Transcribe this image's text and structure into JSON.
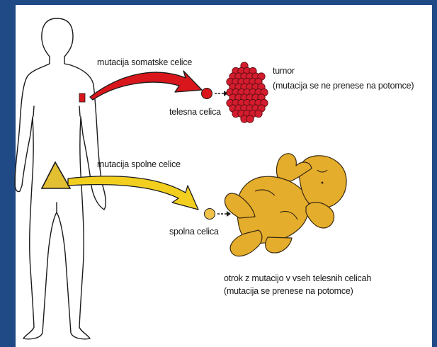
{
  "labels": {
    "somatic_mutation": "mutacija somatske celice",
    "body_cell": "telesna celica",
    "tumor": "tumor",
    "tumor_note": "(mutacija se ne prenese na potomce)",
    "germline_mutation": "mutacija spolne celice",
    "sex_cell": "spolna celica",
    "child": "otrok z mutacijo v vseh telesnih celicah",
    "child_note": "(mutacija se prenese na potomce)"
  },
  "colors": {
    "background": "#1f4a86",
    "panel": "#ffffff",
    "somatic_arrow": "#d8161b",
    "germline_arrow": "#f2cf1f",
    "tumor": "#d31d2e",
    "baby": "#e5ad2c",
    "sex_cell": "#f0c24a",
    "outline": "#1a1a1a"
  },
  "icons": [
    "human-figure",
    "red-square-marker",
    "yellow-triangle-marker",
    "tumor-cluster",
    "baby-figure"
  ]
}
